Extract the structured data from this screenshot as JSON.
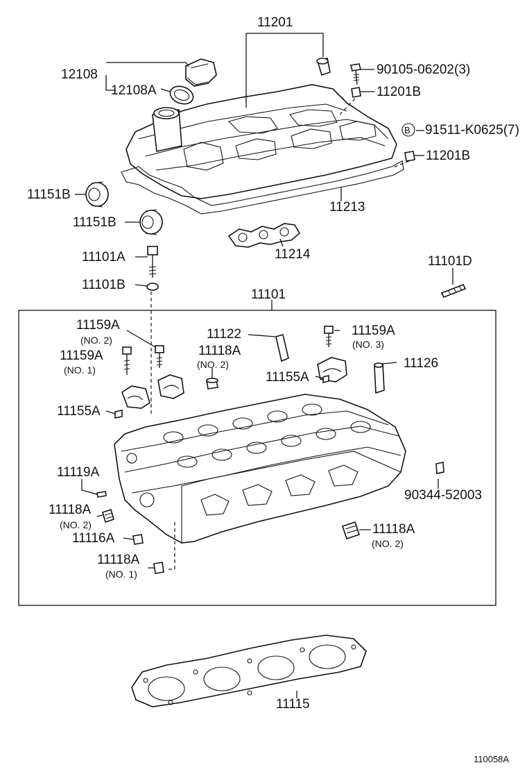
{
  "labels": {
    "p11201": "11201",
    "p90105": "90105-06202(3)",
    "p11201b_1": "11201B",
    "p91511": "91511-K0625(7)",
    "p91511_mark": "B",
    "p11201b_2": "11201B",
    "p12108": "12108",
    "p12108a": "12108A",
    "p11151b_1": "11151B",
    "p11151b_2": "11151B",
    "p11213": "11213",
    "p11214": "11214",
    "p11101a": "11101A",
    "p11101b": "11101B",
    "p11101d": "11101D",
    "p11101": "11101",
    "p11159a_no2": "11159A",
    "p11159a_no2_sub": "(NO. 2)",
    "p11159a_no1": "11159A",
    "p11159a_no1_sub": "(NO. 1)",
    "p11122": "11122",
    "p11118a_top": "11118A",
    "p11118a_top_sub": "(NO. 2)",
    "p11159a_no3": "11159A",
    "p11159a_no3_sub": "(NO. 3)",
    "p11155a_right": "11155A",
    "p11126": "11126",
    "p11155a_left": "11155A",
    "p11119a": "11119A",
    "p11118a_left": "11118A",
    "p11118a_left_sub": "(NO. 2)",
    "p11116a": "11116A",
    "p11118a_bottom": "11118A",
    "p11118a_bottom_sub": "(NO. 1)",
    "p90344": "90344-52003",
    "p11118a_right": "11118A",
    "p11118a_right_sub": "(NO. 2)",
    "p11115": "11115",
    "figure_code": "110058A"
  }
}
